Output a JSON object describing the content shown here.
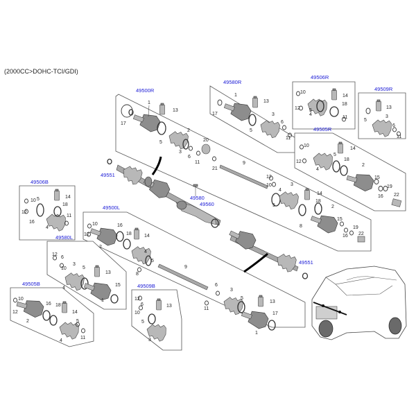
{
  "engine_label": "(2000CC>DOHC-TCI/GDI)",
  "refs": {
    "r49500R": "49500R",
    "r49580R": "49580R",
    "r49506R": "49506R",
    "r49509R": "49509R",
    "r49505R": "49505R",
    "r49551a": "49551",
    "r49551b": "49551",
    "r49580": "49580",
    "r49560": "49560",
    "r49506B": "49506B",
    "r49500L": "49500L",
    "r49580L": "49580L",
    "r49505B": "49505B",
    "r49509B": "49509B"
  },
  "callouts": {
    "n1": "1",
    "n2": "2",
    "n3": "3",
    "n4": "4",
    "n5": "5",
    "n6": "6",
    "n7": "7",
    "n8": "8",
    "n9": "9",
    "n10": "10",
    "n11": "11",
    "n12": "12",
    "n13": "13",
    "n14": "14",
    "n15": "15",
    "n16": "16",
    "n17": "17",
    "n18": "18",
    "n19": "19",
    "n20": "20",
    "n21": "21",
    "n22": "22"
  }
}
